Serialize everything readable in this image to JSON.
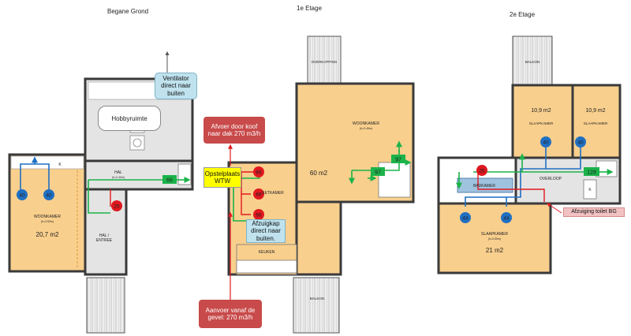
{
  "floors": {
    "ground": "Begane Grond",
    "first": "1e Etage",
    "second": "2e Etage"
  },
  "rooms": {
    "hobbyruimte": "Hobbyruimte",
    "hal": "HAL",
    "hal_sub": "(h=2.40m)",
    "k_ground": "K",
    "woonkamer_ground": "WOONKAMER",
    "woonkamer_ground_sub": "(h=2.52m)",
    "woonkamer_ground_area": "20,7 m2",
    "hal_entree": "HAL /\nENTREE",
    "overkapping": "OVERKAPPING",
    "woonkamer_first": "WOONKAMER",
    "woonkamer_first_sub": "(h=2.49m)",
    "woonkamer_first_area": "60 m2",
    "eetkamer": "EETKAMER",
    "keuken": "KEUKEN",
    "balkon_first": "BALKON",
    "balkon_second": "BALKON",
    "slaapkamer_1_area": "10,9 m2",
    "slaapkamer_1": "SLAAPKAMER",
    "slaapkamer_2_area": "10,9 m2",
    "slaapkamer_2": "SLAAPKAMER",
    "badkamer": "BADKAMER",
    "overloop": "OVERLOOP",
    "k_second": "K",
    "slaapkamer_3": "SLAAPKAMER",
    "slaapkamer_3_sub": "(h=2.50m)",
    "slaapkamer_3_area": "21 m2"
  },
  "callouts": {
    "ventilator": "Ventilator\ndirect naar\nbuiten",
    "afvoer": "Afvoer door koof\nnaar dak 270 m3/h",
    "opstelplaats": "Opstelplaats\nWTW",
    "afzuigkap": "Afzuigkap\ndirect naar\nbuiten.",
    "aanvoer": "Aanvoer vanaf de\ngevel: 270 m3/h",
    "afzuiging_toilet": "Afzuiging toilet BG"
  },
  "supply_points": [
    {
      "id": "ground-supply-1",
      "value": "40"
    },
    {
      "id": "ground-supply-2",
      "value": "40"
    },
    {
      "id": "second-supply-1",
      "value": "40"
    },
    {
      "id": "second-supply-2",
      "value": "40"
    },
    {
      "id": "second-supply-3",
      "value": "44"
    },
    {
      "id": "second-supply-4",
      "value": "44"
    }
  ],
  "exhaust_points": [
    {
      "id": "ground-exhaust",
      "value": "25"
    },
    {
      "id": "first-exhaust-1",
      "value": "66"
    },
    {
      "id": "first-exhaust-2",
      "value": "66"
    },
    {
      "id": "first-exhaust-3",
      "value": "66"
    },
    {
      "id": "second-exhaust",
      "value": "25"
    }
  ],
  "flow_tags": [
    {
      "id": "ground-flow",
      "value": "66"
    },
    {
      "id": "first-flow-1",
      "value": "97"
    },
    {
      "id": "first-flow-2",
      "value": "97"
    },
    {
      "id": "second-flow",
      "value": "128"
    }
  ],
  "colors": {
    "room_fill": "#f9cf8d",
    "hall_fill": "#e4e4e4",
    "wall": "#3a3a3a",
    "supply_duct": "#1f6fc2",
    "supply_circle": "#1f6fc2",
    "exhaust_circle": "#e0181f",
    "exhaust_duct": "#e0181f",
    "flow_duct": "#1bb34a",
    "flow_tag": "#1bb34a",
    "callout_blue": "#bfe2ee",
    "callout_red": "#c84a4a",
    "callout_yellow": "#ffff00"
  }
}
